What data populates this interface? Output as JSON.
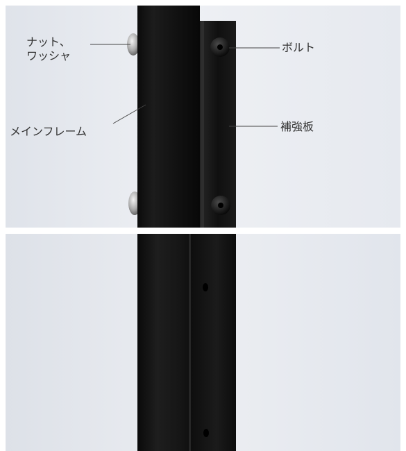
{
  "callouts": {
    "nut_washer_line1": "ナット、",
    "nut_washer_line2": "ワッシャ",
    "bolt": "ボルト",
    "main_frame": "メインフレーム",
    "reinforcement_plate": "補強板"
  },
  "colors": {
    "background": "#e9ecf1",
    "frame": "#141414",
    "plate": "#0d0d0d",
    "hardware": "#c8c8c8",
    "label_text": "#333333"
  }
}
